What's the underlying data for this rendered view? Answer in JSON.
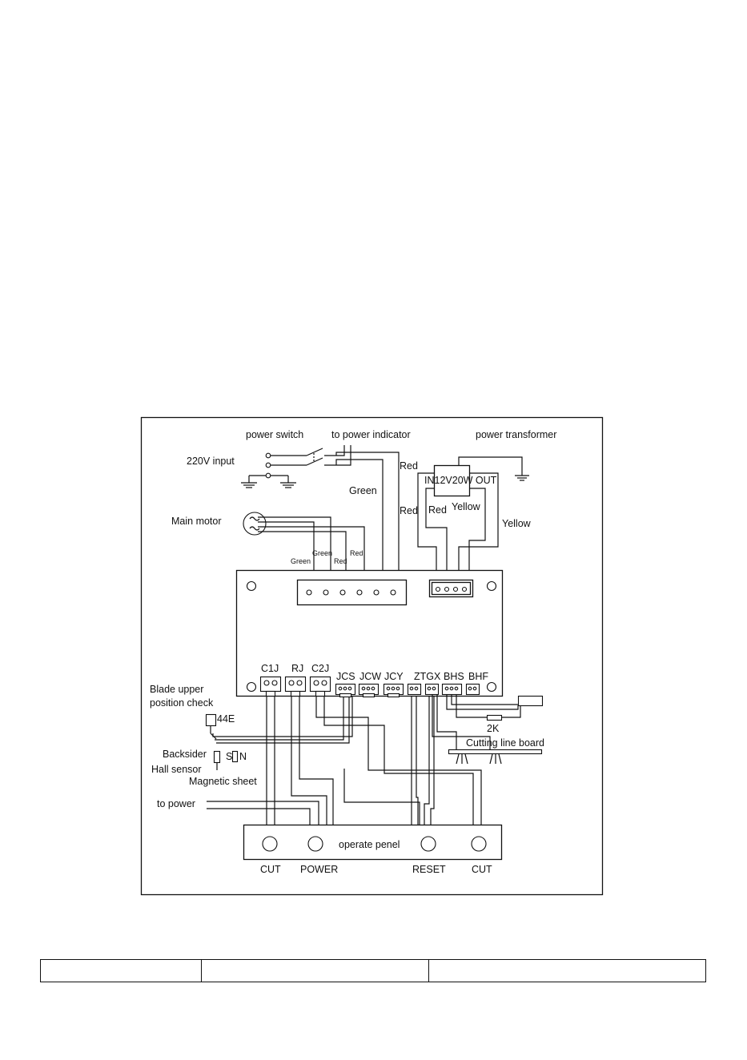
{
  "diagram": {
    "labels": {
      "power_switch": "power switch",
      "to_power_indicator": "to power indicator",
      "power_transformer": "power transformer",
      "input_220v": "220V input",
      "red_1": "Red",
      "green": "Green",
      "red_2": "Red",
      "transformer_rating": "IN12V20W OUT",
      "red_3": "Red",
      "yellow_1": "Yellow",
      "yellow_2": "Yellow",
      "main_motor": "Main motor",
      "green_small_1": "Green",
      "green_small_2": "Green",
      "red_small_1": "Red",
      "red_small_2": "Red",
      "blade_upper_1": "Blade upper",
      "blade_upper_2": "position check",
      "sensor_44e": "44E",
      "backsider": "Backsider",
      "hall_sensor": "Hall sensor",
      "s_label": "S",
      "n_label": "N",
      "magnetic_sheet": "Magnetic sheet",
      "to_power": "to power",
      "resistor_2k": "2K",
      "cutting_line_board": "Cutting line board",
      "operate_panel": "operate penel"
    },
    "connectors": [
      "C1J",
      "RJ",
      "C2J",
      "JCS",
      "JCW",
      "JCY",
      "ZTGX",
      "BHS",
      "BHF"
    ],
    "buttons": [
      "CUT",
      "POWER",
      "RESET",
      "CUT"
    ]
  },
  "footer_table": {
    "cells": [
      "",
      "",
      ""
    ]
  }
}
